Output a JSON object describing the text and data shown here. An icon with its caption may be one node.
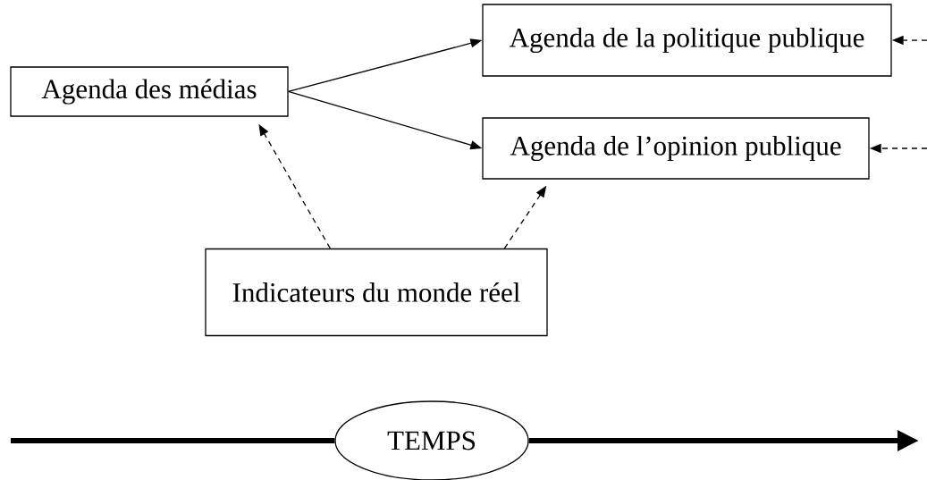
{
  "diagram": {
    "nodes": [
      {
        "text": [
          "Agenda des médias"
        ]
      },
      {
        "text": [
          "Agenda de la politique publique"
        ]
      },
      {
        "text": [
          "Agenda de l’opinion publique"
        ]
      },
      {
        "text": [
          "Indicateurs du monde réel"
        ]
      },
      {
        "text": [
          "TEMPS"
        ]
      }
    ],
    "edges": [
      {
        "from": 0,
        "to": 1,
        "arrow": "to"
      },
      {
        "from": 0,
        "to": 2,
        "arrow": "to"
      },
      {
        "from": 3,
        "to": 0,
        "arrow": "to",
        "style": "dashed"
      },
      {
        "from": 3,
        "to": 2,
        "arrow": "to",
        "style": "dashed"
      },
      {
        "from": null,
        "to": 1,
        "arrow": "to",
        "style": "dashed"
      },
      {
        "from": null,
        "to": 2,
        "arrow": "to",
        "style": "dashed"
      }
    ]
  }
}
